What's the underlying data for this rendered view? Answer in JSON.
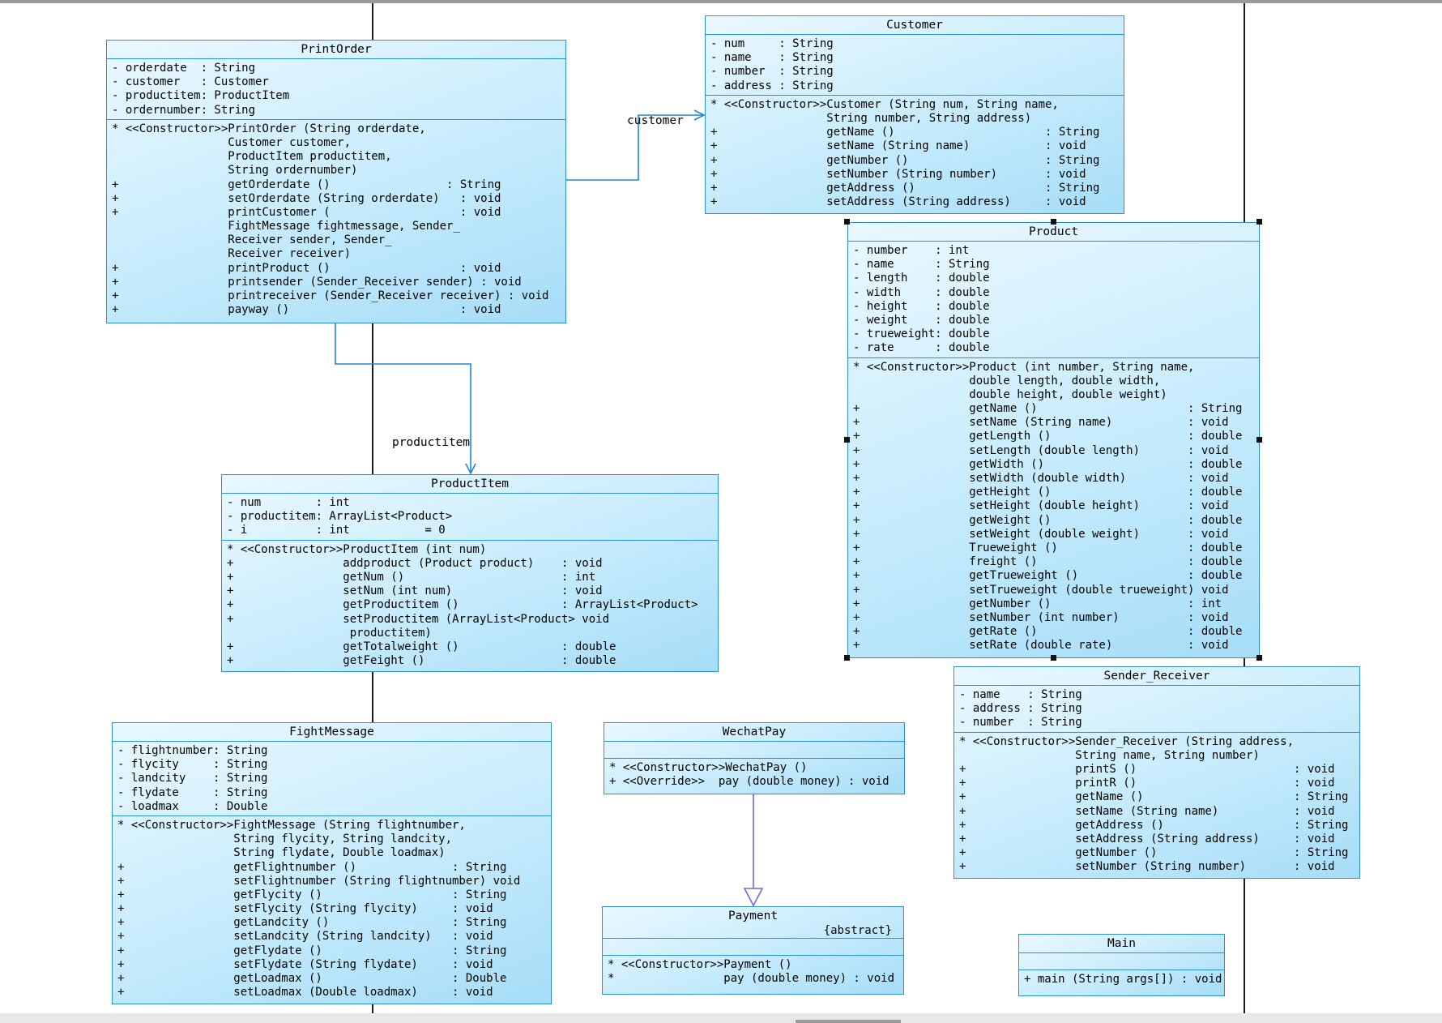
{
  "labels": {
    "customer": "customer",
    "productitem": "productitem"
  },
  "classes": {
    "printorder": {
      "name": "PrintOrder",
      "attributes": [
        "- orderdate  : String",
        "- customer   : Customer",
        "- productitem: ProductItem",
        "- ordernumber: String"
      ],
      "operations": [
        "* <<Constructor>>PrintOrder (String orderdate,",
        "                 Customer customer,",
        "                 ProductItem productitem,",
        "                 String ordernumber)",
        "+                getOrderdate ()                 : String",
        "+                setOrderdate (String orderdate)   : void",
        "+                printCustomer (                   : void",
        "                 FightMessage fightmessage, Sender_",
        "                 Receiver sender, Sender_",
        "                 Receiver receiver)",
        "+                printProduct ()                   : void",
        "+                printsender (Sender_Receiver sender) : void",
        "+                printreceiver (Sender_Receiver receiver) : void",
        "+                payway ()                         : void"
      ]
    },
    "customer": {
      "name": "Customer",
      "attributes": [
        "- num     : String",
        "- name    : String",
        "- number  : String",
        "- address : String"
      ],
      "operations": [
        "* <<Constructor>>Customer (String num, String name,",
        "                 String number, String address)",
        "+                getName ()                      : String",
        "+                setName (String name)           : void",
        "+                getNumber ()                    : String",
        "+                setNumber (String number)       : void",
        "+                getAddress ()                   : String",
        "+                setAddress (String address)     : void"
      ]
    },
    "product": {
      "name": "Product",
      "attributes": [
        "- number    : int",
        "- name      : String",
        "- length    : double",
        "- width     : double",
        "- height    : double",
        "- weight    : double",
        "- trueweight: double",
        "- rate      : double"
      ],
      "operations": [
        "* <<Constructor>>Product (int number, String name,",
        "                 double length, double width,",
        "                 double height, double weight)",
        "+                getName ()                      : String",
        "+                setName (String name)           : void",
        "+                getLength ()                    : double",
        "+                setLength (double length)       : void",
        "+                getWidth ()                     : double",
        "+                setWidth (double width)         : void",
        "+                getHeight ()                    : double",
        "+                setHeight (double height)       : void",
        "+                getWeight ()                    : double",
        "+                setWeight (double weight)       : void",
        "+                Trueweight ()                   : double",
        "+                freight ()                      : double",
        "+                getTrueweight ()                : double",
        "+                setTrueweight (double trueweight) void",
        "+                getNumber ()                    : int",
        "+                setNumber (int number)          : void",
        "+                getRate ()                      : double",
        "+                setRate (double rate)           : void"
      ]
    },
    "productitem": {
      "name": "ProductItem",
      "attributes": [
        "- num        : int",
        "- productitem: ArrayList<Product>",
        "- i          : int           = 0"
      ],
      "operations": [
        "* <<Constructor>>ProductItem (int num)",
        "+                addproduct (Product product)    : void",
        "+                getNum ()                       : int",
        "+                setNum (int num)                : void",
        "+                getProductitem ()               : ArrayList<Product>",
        "+                setProductitem (ArrayList<Product> void",
        "                  productitem)",
        "+                getTotalweight ()               : double",
        "+                getFeight ()                    : double"
      ]
    },
    "sender_receiver": {
      "name": "Sender_Receiver",
      "attributes": [
        "- name    : String",
        "- address : String",
        "- number  : String"
      ],
      "operations": [
        "* <<Constructor>>Sender_Receiver (String address,",
        "                 String name, String number)",
        "+                printS ()                       : void",
        "+                printR ()                       : void",
        "+                getName ()                      : String",
        "+                setName (String name)           : void",
        "+                getAddress ()                   : String",
        "+                setAddress (String address)     : void",
        "+                getNumber ()                    : String",
        "+                setNumber (String number)       : void"
      ]
    },
    "fightmessage": {
      "name": "FightMessage",
      "attributes": [
        "- flightnumber: String",
        "- flycity     : String",
        "- landcity    : String",
        "- flydate     : String",
        "- loadmax     : Double"
      ],
      "operations": [
        "* <<Constructor>>FightMessage (String flightnumber,",
        "                 String flycity, String landcity,",
        "                 String flydate, Double loadmax)",
        "+                getFlightnumber ()              : String",
        "+                setFlightnumber (String flightnumber) void",
        "+                getFlycity ()                   : String",
        "+                setFlycity (String flycity)     : void",
        "+                getLandcity ()                  : String",
        "+                setLandcity (String landcity)   : void",
        "+                getFlydate ()                   : String",
        "+                setFlydate (String flydate)     : void",
        "+                getLoadmax ()                   : Double",
        "+                setLoadmax (Double loadmax)     : void"
      ]
    },
    "wechatpay": {
      "name": "WechatPay",
      "attributes": [],
      "operations": [
        "* <<Constructor>>WechatPay ()",
        "+ <<Override>>  pay (double money) : void"
      ]
    },
    "payment": {
      "name": "Payment",
      "stereotype": "{abstract}",
      "attributes": [],
      "operations": [
        "* <<Constructor>>Payment ()",
        "*                pay (double money) : void"
      ]
    },
    "main": {
      "name": "Main",
      "attributes": [],
      "operations": [
        "+ main (String args[]) : void"
      ]
    }
  }
}
